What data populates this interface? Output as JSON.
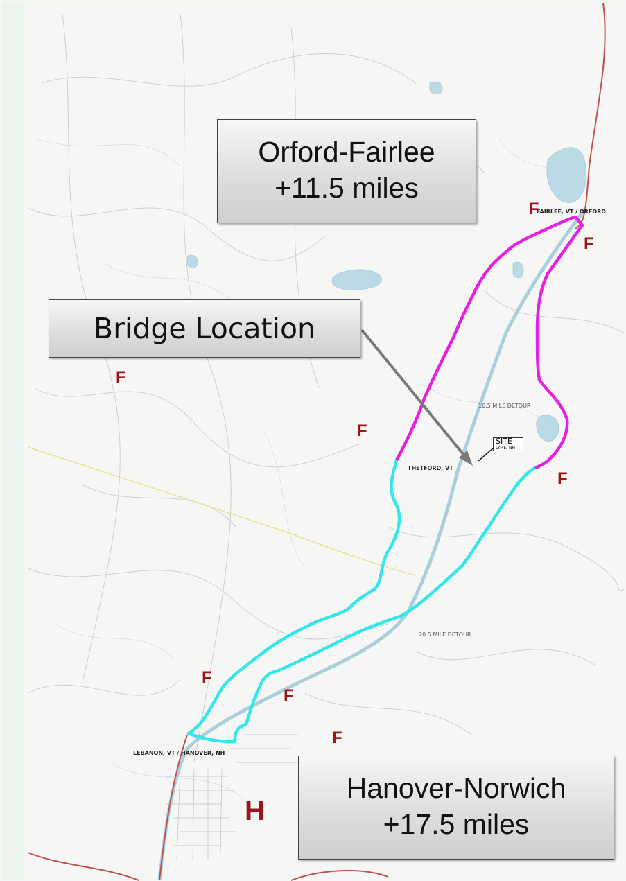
{
  "callouts": {
    "orford": {
      "line1": "Orford-Fairlee",
      "line2": "+11.5 miles"
    },
    "bridge": {
      "text": "Bridge Location"
    },
    "hanover": {
      "line1": "Hanover-Norwich",
      "line2": "+17.5 miles"
    }
  },
  "markers": {
    "fire": "F",
    "hospital": "H"
  },
  "map_labels": {
    "fairlee": "FAIRLEE, VT / ORFORD",
    "thetford": "THETFORD, VT",
    "site_title": "SITE",
    "site_sub": "LYME, NH",
    "detour_10_5": "10.5 MILE DETOUR",
    "detour_20_5": "20.5 MILE DETOUR",
    "lebanon": "LEBANON, VT / HANOVER, NH"
  },
  "colors": {
    "north_route": "#e620e0",
    "south_route": "#33e6ea",
    "marker": "#a01418",
    "pointer_arrow": "#7a7a7a"
  }
}
